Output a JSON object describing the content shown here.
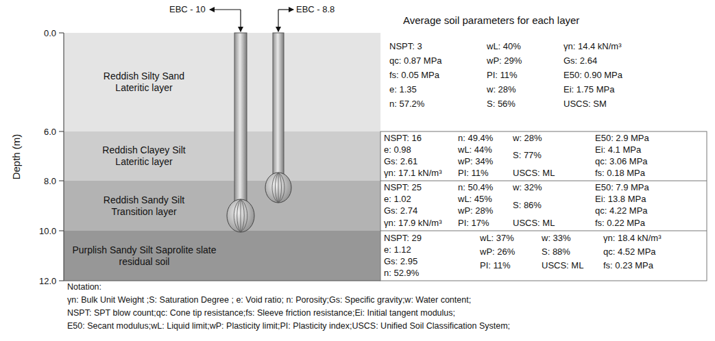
{
  "diagram": {
    "nodes": [
      {
        "text": [
          "Reddish Silty Sand Lateritic layer"
        ]
      },
      {
        "text": [
          "Reddish Clayey Silt Lateritic layer"
        ]
      },
      {
        "text": [
          "Reddish Sandy Silt Transition layer"
        ]
      },
      {
        "text": [
          "Purplish Sandy Silt Saprolite slate residual soil"
        ]
      },
      {
        "text": [
          "NSPT: 3",
          "qc: 0.87 MPa",
          "fs: 0.05 MPa",
          "e: 1.35",
          "n: 57.2%",
          "wL: 40%",
          "wP: 29%",
          "PI: 11%",
          "w: 28%",
          "S: 56%",
          "γn: 14.4 kN/m³",
          "Gs: 2.64",
          "E50: 0.90 MPa",
          "Ei: 1.75 MPa",
          "USCS: SM"
        ]
      },
      {
        "text": [
          "NSPT: 16",
          "e: 0.98",
          "Gs: 2.61",
          "γn: 17.1 kN/m³",
          "n: 49.4%",
          "wL: 44%",
          "wP: 34%",
          "PI: 11%",
          "w: 28%",
          "S: 77%",
          "USCS: ML",
          "E50: 2.9 MPa",
          "Ei: 4.1 MPa",
          "qc: 3.06 MPa",
          "fs: 0.18 MPa"
        ]
      },
      {
        "text": [
          "NSPT: 25",
          "e: 1.02",
          "Gs: 2.74",
          "γn: 17.9 kN/m³",
          "n: 50.4%",
          "wL: 45%",
          "wP: 28%",
          "PI: 17%",
          "w: 32%",
          "S: 86%",
          "USCS: ML",
          "E50: 7.9 MPa",
          "Ei: 13.8 MPa",
          "qc: 4.22 MPa",
          "fs: 0.22 MPa"
        ]
      },
      {
        "text": [
          "NSPT: 29",
          "e: 1.12",
          "Gs: 2.95",
          "n: 52.9%",
          "wL: 37%",
          "wP: 26%",
          "PI: 11%",
          "w: 33%",
          "S: 88%",
          "USCS: ML",
          "γn: 18.4 kN/m³",
          "qc: 4.52 MPa",
          "fs: 0.23 MPa"
        ]
      }
    ],
    "labels": [
      "EBC - 10",
      "EBC - 8.8",
      "Average soil parameters for each layer",
      "0.0",
      "6.0",
      "8.0",
      "10.0",
      "12.0",
      "Depth (m)",
      "Notation:",
      "γn: Bulk Unit Weight ;S: Saturation Degree ; e: Void ratio; n: Porosity;Gs: Specific gravity;w: Water content;",
      "NSPT: SPT blow count;qc: Cone tip resistance;fs: Sleeve friction resistance;Ei: Initial tangent modulus;",
      "E50: Secant modulus;wL: Liquid limit;wP: Plasticity limit;PI: Plasticity index;USCS: Unified Soil Classification System;"
    ]
  }
}
